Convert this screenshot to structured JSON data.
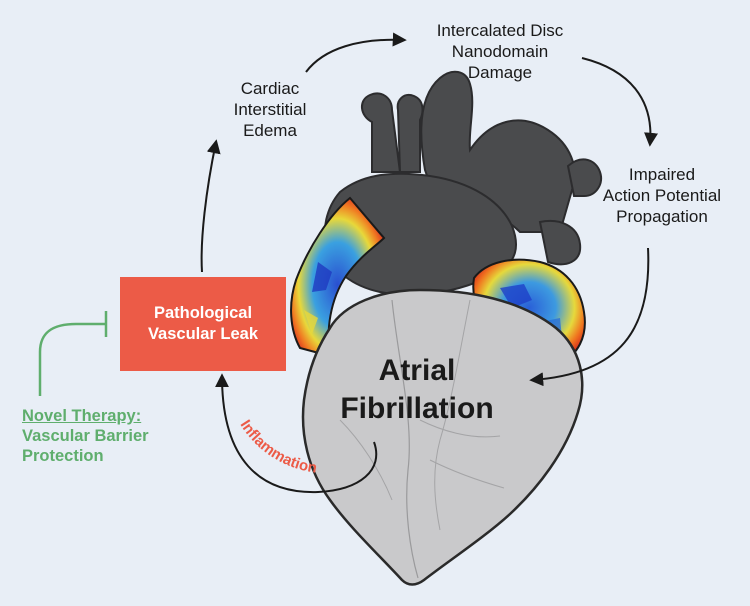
{
  "labels": {
    "edema": [
      "Cardiac",
      "Interstitial",
      "Edema"
    ],
    "disc": [
      "Intercalated Disc",
      "Nanodomain",
      "Damage"
    ],
    "impaired": [
      "Impaired",
      "Action Potential",
      "Propagation"
    ],
    "leak": [
      "Pathological",
      "Vascular Leak"
    ],
    "af": [
      "Atrial",
      "Fibrillation"
    ],
    "therapy": [
      "Novel Therapy:",
      "Vascular Barrier",
      "Protection"
    ],
    "inflammation": "Inflammation"
  },
  "colors": {
    "background": "#e8eef6",
    "leak_box": "#ec5b47",
    "therapy": "#5fae6d",
    "inflammation": "#ec5b47",
    "arrow": "#1a1a1a",
    "heart_dark": "#4a4b4d",
    "ventricle": "#c9c9cb"
  }
}
